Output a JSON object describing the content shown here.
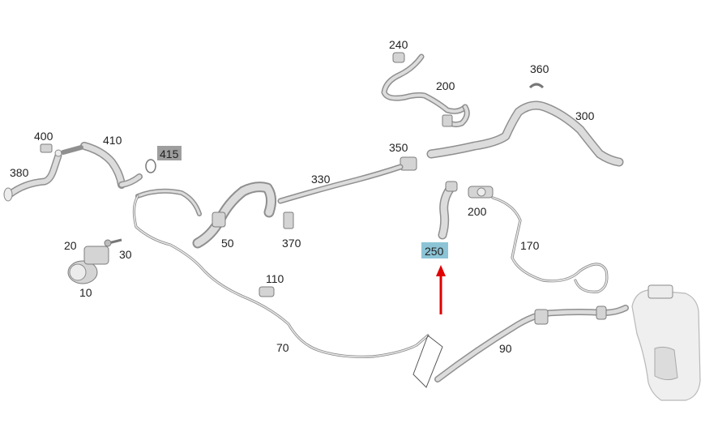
{
  "diagram": {
    "callouts": [
      {
        "id": "c240",
        "text": "240"
      },
      {
        "id": "c200a",
        "text": "200"
      },
      {
        "id": "c360",
        "text": "360"
      },
      {
        "id": "c300",
        "text": "300"
      },
      {
        "id": "c400",
        "text": "400"
      },
      {
        "id": "c410",
        "text": "410"
      },
      {
        "id": "c415",
        "text": "415"
      },
      {
        "id": "c380",
        "text": "380"
      },
      {
        "id": "c350",
        "text": "350"
      },
      {
        "id": "c330",
        "text": "330"
      },
      {
        "id": "c200b",
        "text": "200"
      },
      {
        "id": "c170",
        "text": "170"
      },
      {
        "id": "c250",
        "text": "250"
      },
      {
        "id": "c20",
        "text": "20"
      },
      {
        "id": "c30",
        "text": "30"
      },
      {
        "id": "c50",
        "text": "50"
      },
      {
        "id": "c370",
        "text": "370"
      },
      {
        "id": "c10",
        "text": "10"
      },
      {
        "id": "c110",
        "text": "110"
      },
      {
        "id": "c70",
        "text": "70"
      },
      {
        "id": "c90",
        "text": "90"
      }
    ],
    "highlight_colors": {
      "gray": "#9e9e9e",
      "blue": "#8cc4d6"
    },
    "arrow_color": "#e00000"
  }
}
